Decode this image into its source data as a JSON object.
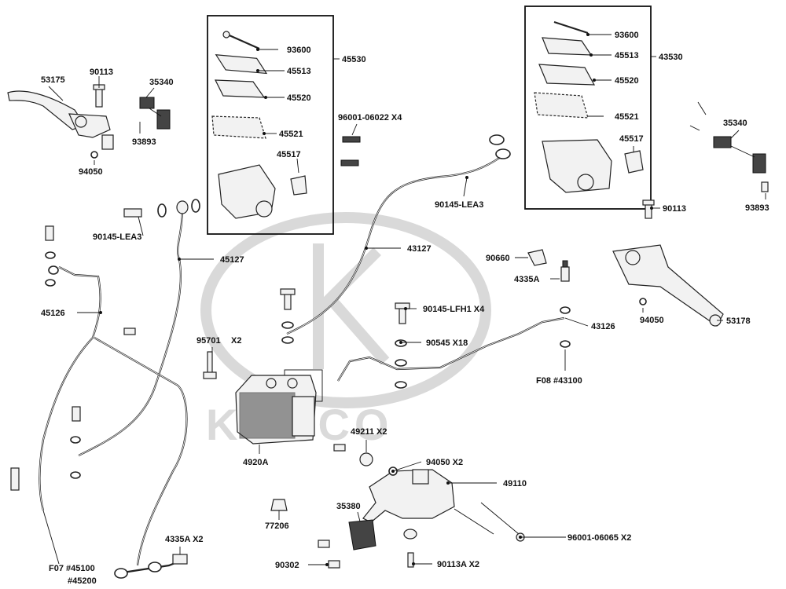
{
  "watermark": {
    "brand": "KYMCO"
  },
  "labels": {
    "l_53175": "53175",
    "l_90113_a": "90113",
    "l_35340_a": "35340",
    "l_93893_a": "93893",
    "l_94050_a": "94050",
    "l_45530": "45530",
    "l_93600_a": "93600",
    "l_45513_a": "45513",
    "l_45520_a": "45520",
    "l_45521_a": "45521",
    "l_45517_a": "45517",
    "l_96001_06022": "96001-06022 X4",
    "l_90145_lea3_r": "90145-LEA3",
    "l_90145_lea3_l": "90145-LEA3",
    "l_43530": "43530",
    "l_93600_b": "93600",
    "l_45513_b": "45513",
    "l_45520_b": "45520",
    "l_45521_b": "45521",
    "l_45517_b": "45517",
    "l_35340_b": "35340",
    "l_90113_b": "90113",
    "l_93893_b": "93893",
    "l_45127": "45127",
    "l_43127": "43127",
    "l_90660": "90660",
    "l_4335a": "4335A",
    "l_45126": "45126",
    "l_90145_lfh1": "90145-LFH1 X4",
    "l_43126": "43126",
    "l_94050_b": "94050",
    "l_53178": "53178",
    "l_95701": "95701",
    "l_95701_qty": "X2",
    "l_90545": "90545 X18",
    "l_f08": "F08 #43100",
    "l_4920a": "4920A",
    "l_49211": "49211 X2",
    "l_94050_x2": "94050  X2",
    "l_49110": "49110",
    "l_35380": "35380",
    "l_77206": "77206",
    "l_4335a_x2": "4335A X2",
    "l_96001_06065": "96001-06065 X2",
    "l_f07": "F07 #45100",
    "l_45200": "#45200",
    "l_90302": "90302",
    "l_90113a": "90113A  X2"
  }
}
